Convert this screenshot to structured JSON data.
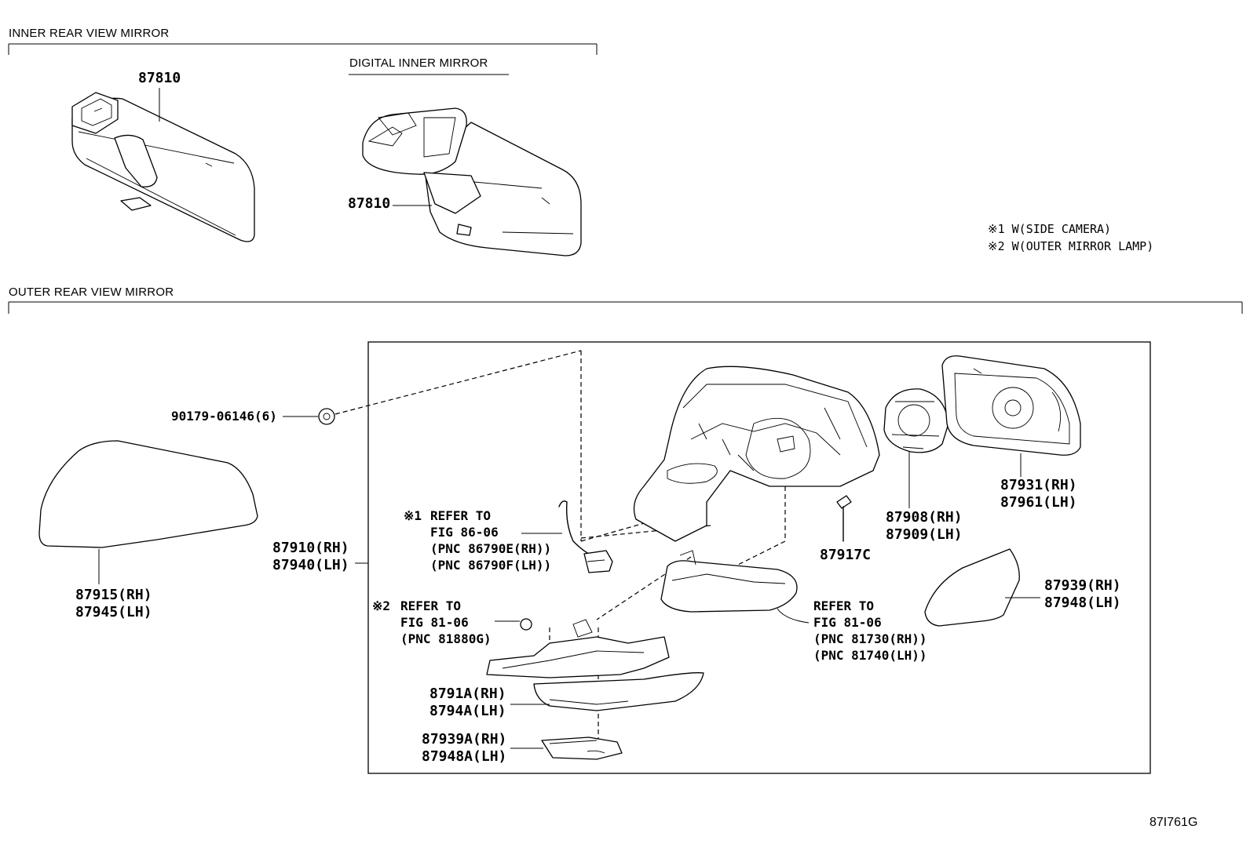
{
  "sections": {
    "inner": "INNER REAR VIEW MIRROR",
    "digital": "DIGITAL INNER MIRROR",
    "outer": "OUTER REAR VIEW MIRROR"
  },
  "notes": {
    "n1": "※1 W(SIDE CAMERA)",
    "n2": "※2 W(OUTER MIRROR LAMP)"
  },
  "parts": {
    "p87810a": "87810",
    "p87810b": "87810",
    "p90179": "90179-06146(6)",
    "p87915": "87915(RH)",
    "p87945": "87945(LH)",
    "p87910": "87910(RH)",
    "p87940": "87940(LH)",
    "p87917": "87917C",
    "p87908": "87908(RH)",
    "p87909": "87909(LH)",
    "p87931": "87931(RH)",
    "p87961": "87961(LH)",
    "p87939": "87939(RH)",
    "p87948": "87948(LH)",
    "p8791A": "8791A(RH)",
    "p8794A": "8794A(LH)",
    "p87939A": "87939A(RH)",
    "p87948A": "87948A(LH)"
  },
  "refs": {
    "camera": {
      "mark": "※1",
      "l1": "REFER TO",
      "l2": "FIG 86-06",
      "l3": "(PNC 86790E(RH))",
      "l4": "(PNC 86790F(LH))"
    },
    "lamp": {
      "mark": "※2",
      "l1": "REFER TO",
      "l2": "FIG 81-06",
      "l3": "(PNC 81880G)"
    },
    "turn": {
      "l1": "REFER TO",
      "l2": "FIG 81-06",
      "l3": "(PNC 81730(RH))",
      "l4": "(PNC 81740(LH))"
    }
  },
  "figure_code": "87I761G"
}
